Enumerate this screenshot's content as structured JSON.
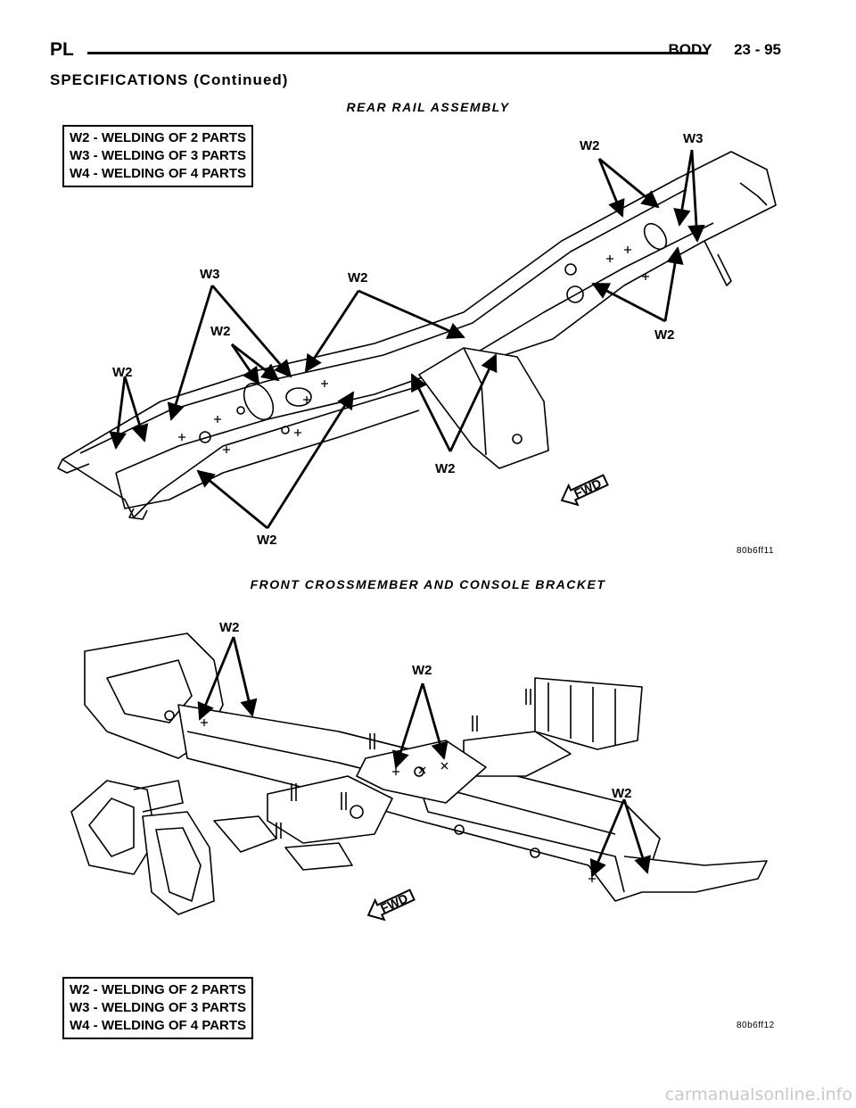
{
  "header": {
    "left": "PL",
    "section": "BODY",
    "page": "23 - 95"
  },
  "section_title": "SPECIFICATIONS (Continued)",
  "figures": [
    {
      "caption": "REAR RAIL ASSEMBLY",
      "legend": [
        "W2 - WELDING OF 2 PARTS",
        "W3 - WELDING OF 3 PARTS",
        "W4 - WELDING OF 4 PARTS"
      ],
      "callouts": [
        "W2",
        "W3",
        "W2",
        "W3",
        "W2",
        "W2",
        "W2",
        "W2",
        "W2"
      ],
      "fwd": "FWD",
      "figure_id": "80b6ff11"
    },
    {
      "caption": "FRONT CROSSMEMBER AND CONSOLE BRACKET",
      "legend": [
        "W2 - WELDING OF 2 PARTS",
        "W3 - WELDING OF 3 PARTS",
        "W4 - WELDING OF 4 PARTS"
      ],
      "callouts": [
        "W2",
        "W2",
        "W2"
      ],
      "fwd": "FWD",
      "figure_id": "80b6ff12"
    }
  ],
  "watermark": "carmanualsonline.info",
  "colors": {
    "ink": "#000000",
    "paper": "#ffffff",
    "watermark": "#c8c8c8"
  },
  "icons": [
    "fwd-arrow-icon"
  ]
}
